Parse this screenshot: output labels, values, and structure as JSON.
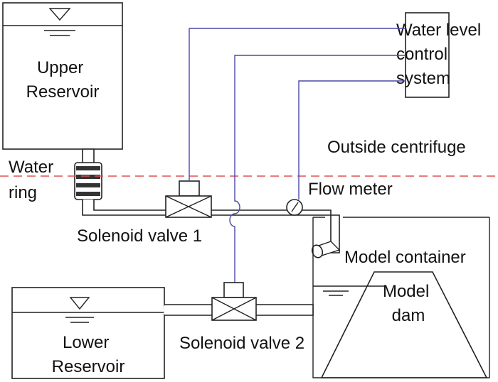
{
  "labels": {
    "upper_reservoir": [
      "Upper",
      "Reservoir"
    ],
    "lower_reservoir": [
      "Lower",
      "Reservoir"
    ],
    "water_ring": [
      "Water",
      "ring"
    ],
    "control_system": [
      "Water level",
      "control",
      "system"
    ],
    "outside_centrifuge": "Outside centrifuge",
    "flow_meter": "Flow meter",
    "solenoid_valve_1": "Solenoid valve 1",
    "solenoid_valve_2": "Solenoid valve 2",
    "model_container": "Model container",
    "model_dam": [
      "Model",
      "dam"
    ]
  },
  "colors": {
    "control_wire": "#4a4aa8",
    "centrifuge_boundary": "#e05050",
    "outline": "#222222"
  }
}
